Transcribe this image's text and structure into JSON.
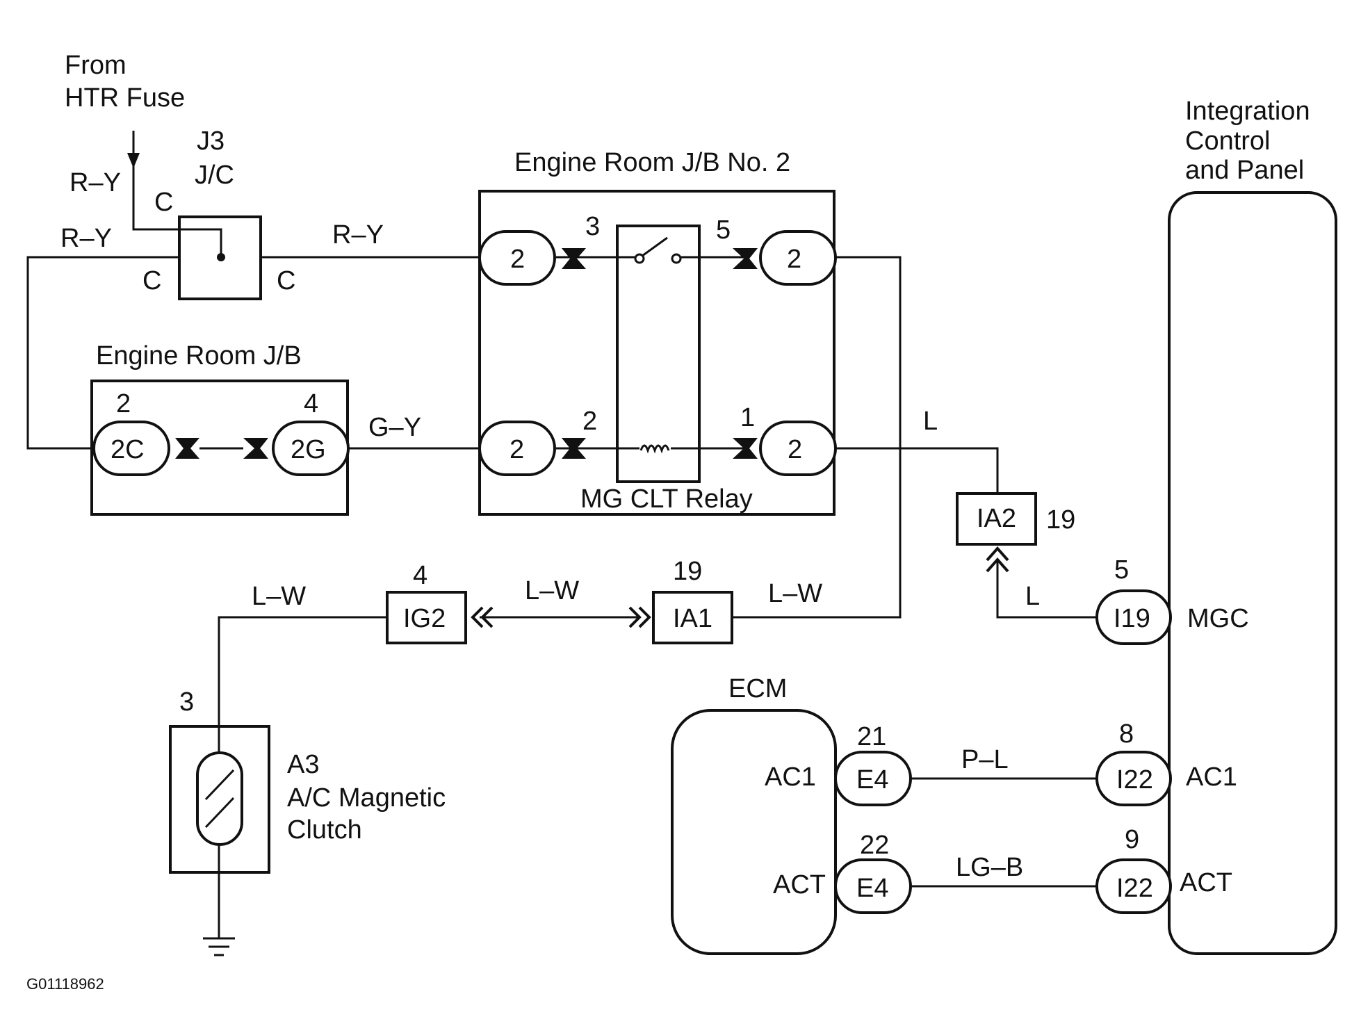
{
  "source": {
    "line1": "From",
    "line2": "HTR Fuse"
  },
  "j3": {
    "name": "J3",
    "type": "J/C",
    "pin_top": "C",
    "pin_left": "C",
    "pin_right": "C"
  },
  "wire_colors": {
    "feed": "R–Y",
    "left_loop": "R–Y",
    "to_jb2": "R–Y",
    "jb_to_jb2": "G–Y",
    "relay_to_ia2": "L",
    "ia2_to_i19": "L",
    "clutch_feed": "L–W",
    "ig2_ia1": "L–W",
    "ia1_to_relay": "L–W",
    "ac1": "P–L",
    "act": "LG–B"
  },
  "engine_room_jb2": {
    "title": "Engine Room J/B No. 2",
    "relay_label": "MG CLT Relay",
    "connectors": [
      "2",
      "2",
      "2",
      "2"
    ],
    "pins": {
      "p3": "3",
      "p5": "5",
      "p2": "2",
      "p1": "1"
    }
  },
  "engine_room_jb": {
    "title": "Engine Room J/B",
    "left_pin": "2",
    "right_pin": "4",
    "left_conn": "2C",
    "right_conn": "2G"
  },
  "integration_panel": {
    "line1": "Integration",
    "line2": "Control",
    "line3": "and Panel",
    "terms": {
      "mgc": "MGC",
      "ac1": "AC1",
      "act": "ACT"
    }
  },
  "ia2": {
    "label": "IA2",
    "pin": "19"
  },
  "i19": {
    "label": "I19",
    "pin": "5"
  },
  "ig2": {
    "label": "IG2",
    "pin": "4"
  },
  "ia1": {
    "label": "IA1",
    "pin": "19"
  },
  "clutch": {
    "pin": "3",
    "line1": "A3",
    "line2": "A/C Magnetic",
    "line3": "Clutch"
  },
  "ecm": {
    "title": "ECM",
    "terms": {
      "ac1": "AC1",
      "act": "ACT"
    },
    "e4_top": {
      "label": "E4",
      "pin": "21"
    },
    "e4_bot": {
      "label": "E4",
      "pin": "22"
    }
  },
  "i22_top": {
    "label": "I22",
    "pin": "8"
  },
  "i22_bot": {
    "label": "I22",
    "pin": "9"
  },
  "figure_id": "G01118962"
}
